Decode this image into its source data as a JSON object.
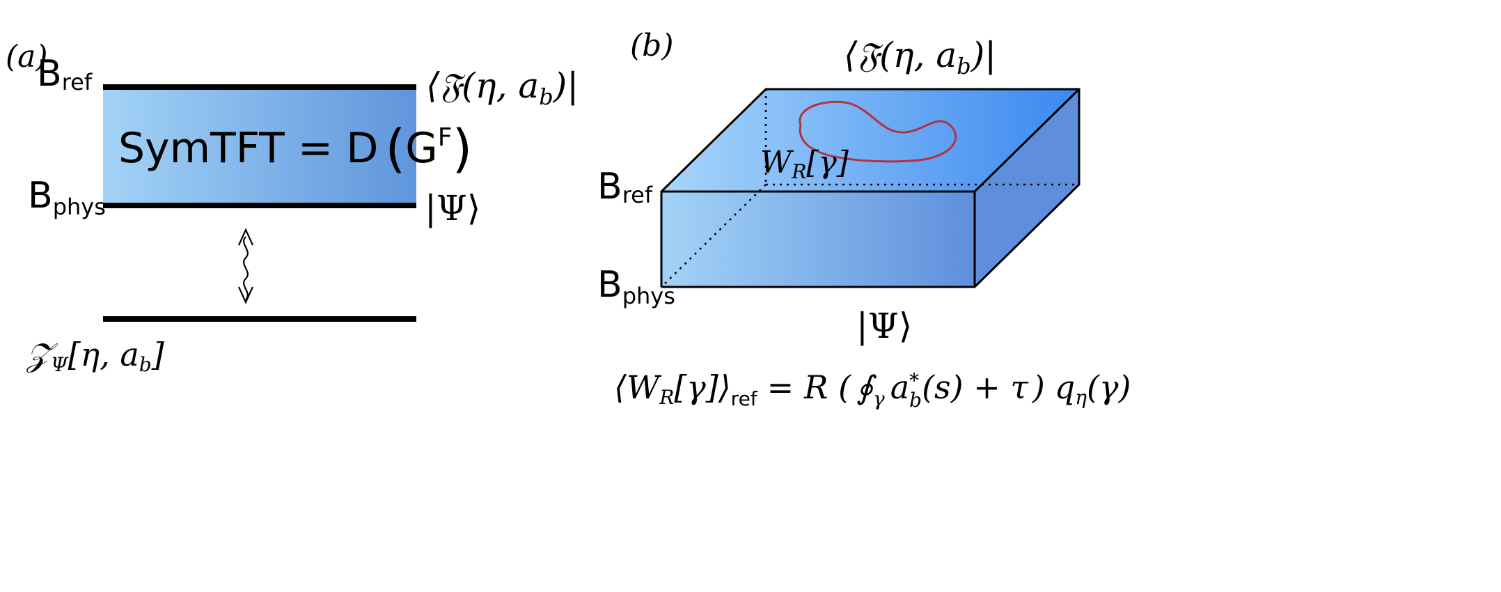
{
  "panel_a": {
    "label": "(a)",
    "b_ref": "B",
    "b_ref_sub": "ref",
    "b_phys": "B",
    "b_phys_sub": "phys",
    "symtft_main": "SymTFT = D",
    "symtft_group": "G",
    "symtft_group_sup": "F",
    "bra_f": "⟨𝔉(η, a",
    "bra_f_sub": "b",
    "bra_f_end": ")|",
    "ket_psi": "|Ψ⟩",
    "z_main": "𝒵",
    "z_sub": "Ψ",
    "z_args": "[η, a",
    "z_args_sub": "b",
    "z_args_end": "]"
  },
  "panel_b": {
    "label": "(b)",
    "b_ref": "B",
    "b_ref_sub": "ref",
    "b_phys": "B",
    "b_phys_sub": "phys",
    "bra_f": "⟨𝔉(η, a",
    "bra_f_sub": "b",
    "bra_f_end": ")|",
    "ket_psi": "|Ψ⟩",
    "wilson_w": "W",
    "wilson_sub": "R",
    "wilson_arg": "[γ]",
    "formula_lhs": "⟨W",
    "formula_lhs_sub": "R",
    "formula_lhs_arg": "[γ]⟩",
    "formula_lhs_sub2": "ref",
    "formula_eq": "= R (",
    "formula_integral": "∮",
    "formula_integral_sub": "γ",
    "formula_a": "a",
    "formula_a_sup": "*",
    "formula_a_sub": "b",
    "formula_rest": "(s) + τ",
    "formula_close": ")",
    "formula_q": "q",
    "formula_q_sub": "η",
    "formula_q_arg": "(γ)"
  },
  "colors": {
    "light_blue": "#a3d3f7",
    "mid_blue": "#5f95dc",
    "deep_blue": "#3a88f0",
    "side_blue": "#5f8fdc",
    "loop_red": "#b3323f",
    "line_black": "#000000"
  }
}
